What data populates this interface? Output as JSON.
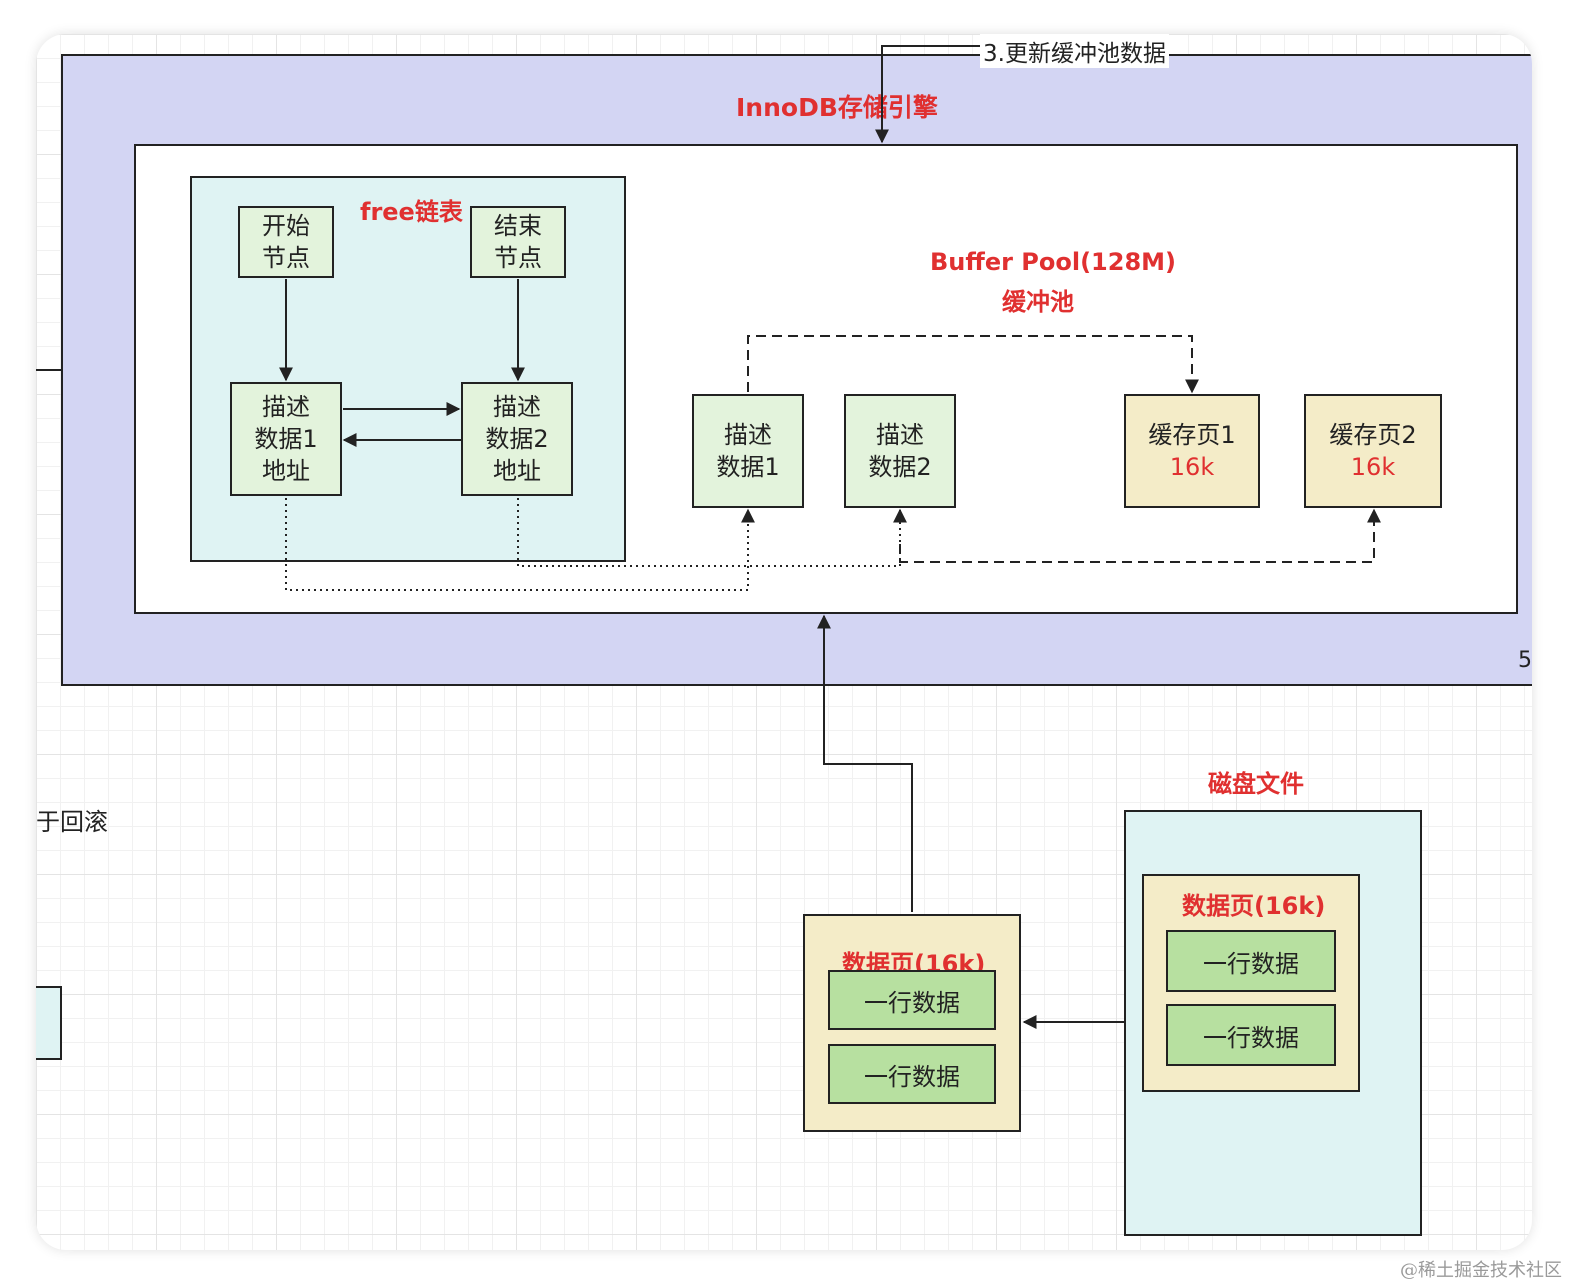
{
  "step_label": "3.更新缓冲池数据",
  "innodb_title": "InnoDB存储引擎",
  "side_number": "5",
  "rollback_fragment": "于回滚",
  "free_list": {
    "title": "free链表",
    "start_node": [
      "开始",
      "节点"
    ],
    "end_node": [
      "结束",
      "节点"
    ],
    "desc1": [
      "描述",
      "数据1",
      "地址"
    ],
    "desc2": [
      "描述",
      "数据2",
      "地址"
    ]
  },
  "buffer_pool": {
    "title_line1": "Buffer Pool(128M)",
    "title_line2": "缓冲池",
    "desc1": [
      "描述",
      "数据1"
    ],
    "desc2": [
      "描述",
      "数据2"
    ],
    "cache1": {
      "label": "缓存页1",
      "size": "16k"
    },
    "cache2": {
      "label": "缓存页2",
      "size": "16k"
    }
  },
  "loaded_page": {
    "title": "数据页(16k)",
    "rows": [
      "一行数据",
      "一行数据"
    ]
  },
  "disk": {
    "title": "磁盘文件",
    "page_title": "数据页(16k)",
    "rows": [
      "一行数据",
      "一行数据"
    ]
  },
  "watermark": "@稀土掘金技术社区",
  "colors": {
    "innodb_bg": "#d3d5f3",
    "free_list_bg": "#dff3f3",
    "node_bg": "#e3f3dc",
    "cache_bg": "#f4ecc8",
    "row_bg": "#b7e0a0",
    "label_red": "#e03030"
  }
}
